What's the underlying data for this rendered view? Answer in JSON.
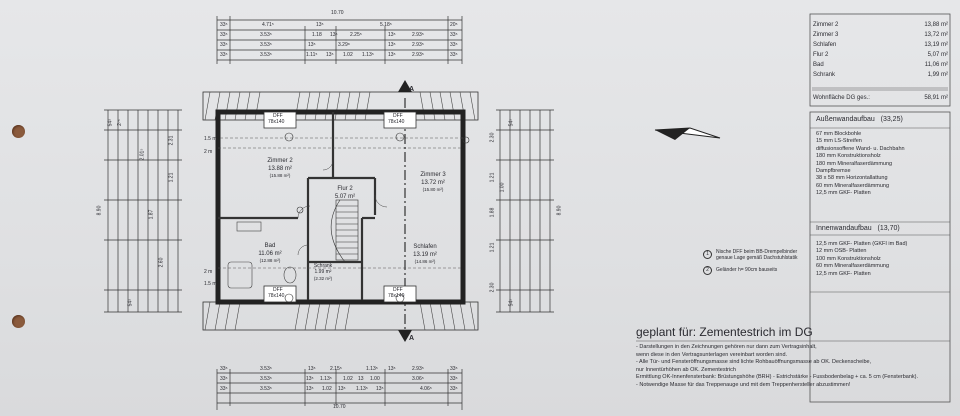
{
  "top_dims": {
    "overall": "10.70",
    "row1": [
      "33⁵",
      "4.71⁵",
      "13⁵",
      "5.18⁵",
      "20⁵"
    ],
    "row2": [
      "33⁵",
      "3.53⁵",
      "1.18",
      "13⁵",
      "2.25⁵",
      "13⁵",
      "2.93⁵",
      "33⁵"
    ],
    "row3": [
      "33⁵",
      "3.53⁵",
      "13⁵",
      "3.29⁸",
      "13⁵",
      "2.93⁵",
      "33⁵"
    ],
    "row4": [
      "33⁵",
      "3.53⁵",
      "1.11⁵",
      "13⁵",
      "1.02",
      "1.13⁵",
      "13⁵",
      "2.93⁵",
      "33⁵"
    ]
  },
  "bottom_dims": {
    "overall": "10.70",
    "row1": [
      "33⁵",
      "3.53⁵",
      "13⁵",
      "2.15⁵",
      "1.13⁵",
      "13⁵",
      "2.93⁵",
      "33⁵"
    ],
    "row2": [
      "33⁵",
      "3.53⁵",
      "13⁵",
      "1.13⁵",
      "1.02",
      "13",
      "1.00",
      "3.06⁵",
      "33⁵"
    ],
    "row3": [
      "33⁵",
      "3.53⁵",
      "13⁵",
      "1.02",
      "13⁵",
      "1.13⁵",
      "13⁵",
      "4.06⁵",
      "33⁵"
    ]
  },
  "left_dims": {
    "overall": "8.90",
    "labels": [
      "54⁵",
      "2⁷⁵",
      "54⁵",
      "2.01⁵",
      "1.87",
      "2.60",
      "1.21",
      "2.31"
    ]
  },
  "right_dims": {
    "overall": "8.90",
    "labels": [
      "2.30",
      "1.21",
      "1.88",
      "1.00",
      "1.21",
      "2.30",
      "54⁵",
      "54⁵"
    ]
  },
  "rooms": {
    "zimmer2": {
      "name": "Zimmer 2",
      "area": "13.88 m²",
      "sub": "(15.88 m²)"
    },
    "zimmer3": {
      "name": "Zimmer 3",
      "area": "13.72 m²",
      "sub": "(15.80 m²)"
    },
    "flur": {
      "name": "Flur 2",
      "area": "5.07 m²"
    },
    "bad": {
      "name": "Bad",
      "area": "11.06 m²",
      "sub": "(12.88 m²)"
    },
    "schrank": {
      "name": "Schrank",
      "area": "1.99 m²",
      "sub": "(2.32 m²)"
    },
    "schlafen": {
      "name": "Schlafen",
      "area": "13.19 m²",
      "sub": "(14.86 m²)"
    }
  },
  "plan_labels": {
    "dff": "DFF",
    "dff_size": "78x140",
    "section_a": "A",
    "rb_1": "1.5 m",
    "rb_2": "2 m",
    "rb_3": "2 m",
    "rb_4": "1.5 m"
  },
  "area_table": {
    "rows": [
      {
        "room": "Zimmer 2",
        "area": "13,88 m²"
      },
      {
        "room": "Zimmer 3",
        "area": "13,72 m²"
      },
      {
        "room": "Schlafen",
        "area": "13,19 m²"
      },
      {
        "room": "Flur 2",
        "area": "5,07 m²"
      },
      {
        "room": "Bad",
        "area": "11,06 m²"
      },
      {
        "room": "Schrank",
        "area": "1,99 m²"
      }
    ],
    "total_label": "Wohnfläche DG ges.:",
    "total_value": "58,91 m²"
  },
  "aussenwand": {
    "title": "Außenwandaufbau",
    "thickness": "(33,25)",
    "layers": [
      "67 mm Blockbohle",
      "15 mm LS-Streifen",
      "diffusionsoffene Wand- u. Dachbahn",
      "180 mm Konstruktionsholz",
      "180 mm Mineralfaserdämmung",
      "Dampfbremse",
      "38 x 58 mm Horizontallattung",
      "60 mm Mineralfaserdämmung",
      "12,5 mm GKF- Platten"
    ]
  },
  "innenwand": {
    "title": "Innenwandaufbau",
    "thickness": "(13,70)",
    "layers": [
      "12,5 mm GKF- Platten (GKFI im Bad)",
      "12 mm OSB- Platten",
      "100 mm Konstruktionsholz",
      "60 mm Mineralfaserdämmung",
      "12,5 mm GKF- Platten"
    ]
  },
  "footnotes": {
    "n1_marker": "1",
    "n1_text": "Nische DFF beim BB-Drempelbinder genaue Lage gemäß Dachstuhlstatik",
    "n2_marker": "2",
    "n2_text": "Geländer h= 90cm bauseits"
  },
  "notes": {
    "headline": "geplant für: Zementestrich im DG",
    "lines": [
      "- Darstellungen in den Zeichnungen gehören nur dann zum Vertragsinhalt,",
      "  wenn diese in den Vertragsunterlagen vereinbart worden sind.",
      "- Alle Tür- und Fensteröffnungsmasse sind lichte Rohbauöffnungsmasse ab OK. Deckenscheibe,",
      "  nur Innentürhöhen ab OK. Zementestrich",
      "  Ermittlung OK-Innenfensterbank:  Brüstungshöhe (BRH) - Estrichstärke - Fussbodenbelag + ca. 5 cm (Fensterbank).",
      "- Notwendige Masse für das Treppenauge und mit dem Treppenhersteller abzustimmen!"
    ]
  }
}
